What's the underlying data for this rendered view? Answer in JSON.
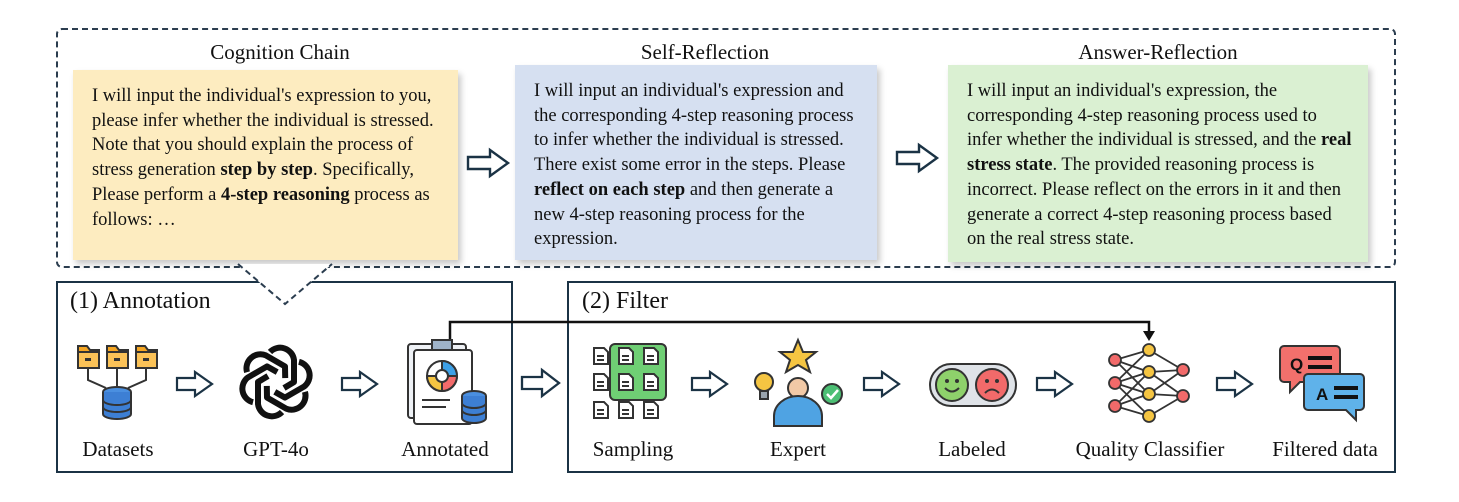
{
  "prompts": {
    "cognition": {
      "title": "Cognition Chain",
      "text": [
        {
          "t": "I will input the individual's expression to you, please infer whether the individual is stressed. Note that you should explain the process of stress generation ",
          "b": false
        },
        {
          "t": "step by step",
          "b": true
        },
        {
          "t": ". Specifically, Please perform a ",
          "b": false
        },
        {
          "t": "4-step reasoning",
          "b": true
        },
        {
          "t": " process as follows: …",
          "b": false
        }
      ]
    },
    "self_reflection": {
      "title": "Self-Reflection",
      "text": [
        {
          "t": "I will input an individual's expression and the corresponding 4-step reasoning process to infer whether the individual is stressed. There exist some error in the steps. Please ",
          "b": false
        },
        {
          "t": "reflect on each step",
          "b": true
        },
        {
          "t": " and then generate a new 4-step reasoning process for the expression.",
          "b": false
        }
      ]
    },
    "answer_reflection": {
      "title": "Answer-Reflection",
      "text": [
        {
          "t": "I will input an individual's expression, the corresponding 4-step reasoning process used to infer whether the individual is stressed, and the ",
          "b": false
        },
        {
          "t": "real stress state",
          "b": true
        },
        {
          "t": ". The provided reasoning process is incorrect. Please reflect on the errors in it and then generate a correct 4-step reasoning process based on the real stress state.",
          "b": false
        }
      ]
    }
  },
  "annotation": {
    "title": "(1) Annotation",
    "steps": [
      "Datasets",
      "GPT-4o",
      "Annotated"
    ]
  },
  "filter": {
    "title": "(2) Filter",
    "steps": [
      "Sampling",
      "Expert",
      "Labeled",
      "Quality Classifier",
      "Filtered data"
    ]
  },
  "icons": {
    "datasets": "folders-database-icon",
    "gpt": "openai-logo-icon",
    "annotated": "annotated-report-icon",
    "sampling": "document-grid-icon",
    "expert": "expert-star-icon",
    "labeled": "happy-sad-faces-icon",
    "classifier": "neural-network-icon",
    "filtered": "qa-chat-bubbles-icon"
  },
  "colors": {
    "yellow_card": "#fdecc0",
    "blue_card": "#d6e0f1",
    "green_card": "#daf0d2",
    "frame": "#1b3345"
  }
}
